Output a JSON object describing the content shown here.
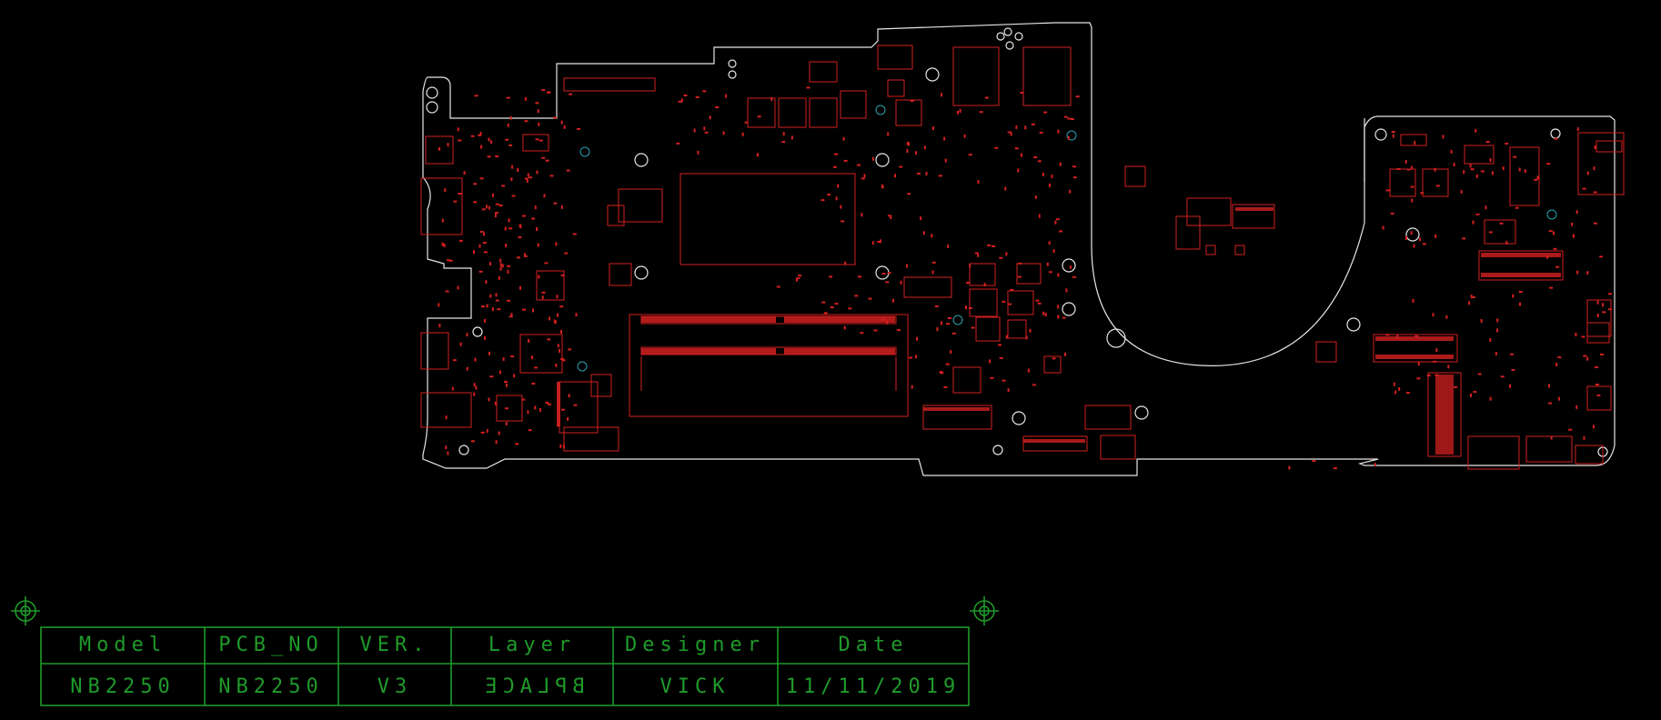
{
  "title_block": {
    "headers": [
      "Model",
      "PCB_NO",
      "VER.",
      "Layer",
      "Designer",
      "Date"
    ],
    "values": [
      "NB2250",
      "NB2250",
      "V3",
      "BPLACE",
      "VICK",
      "11/11/2019"
    ]
  },
  "colors": {
    "background": "#000000",
    "board_outline": "#e6e6e6",
    "components": "#d42020",
    "vias": "#2aa0b0",
    "title_block": "#1f9a2a"
  }
}
